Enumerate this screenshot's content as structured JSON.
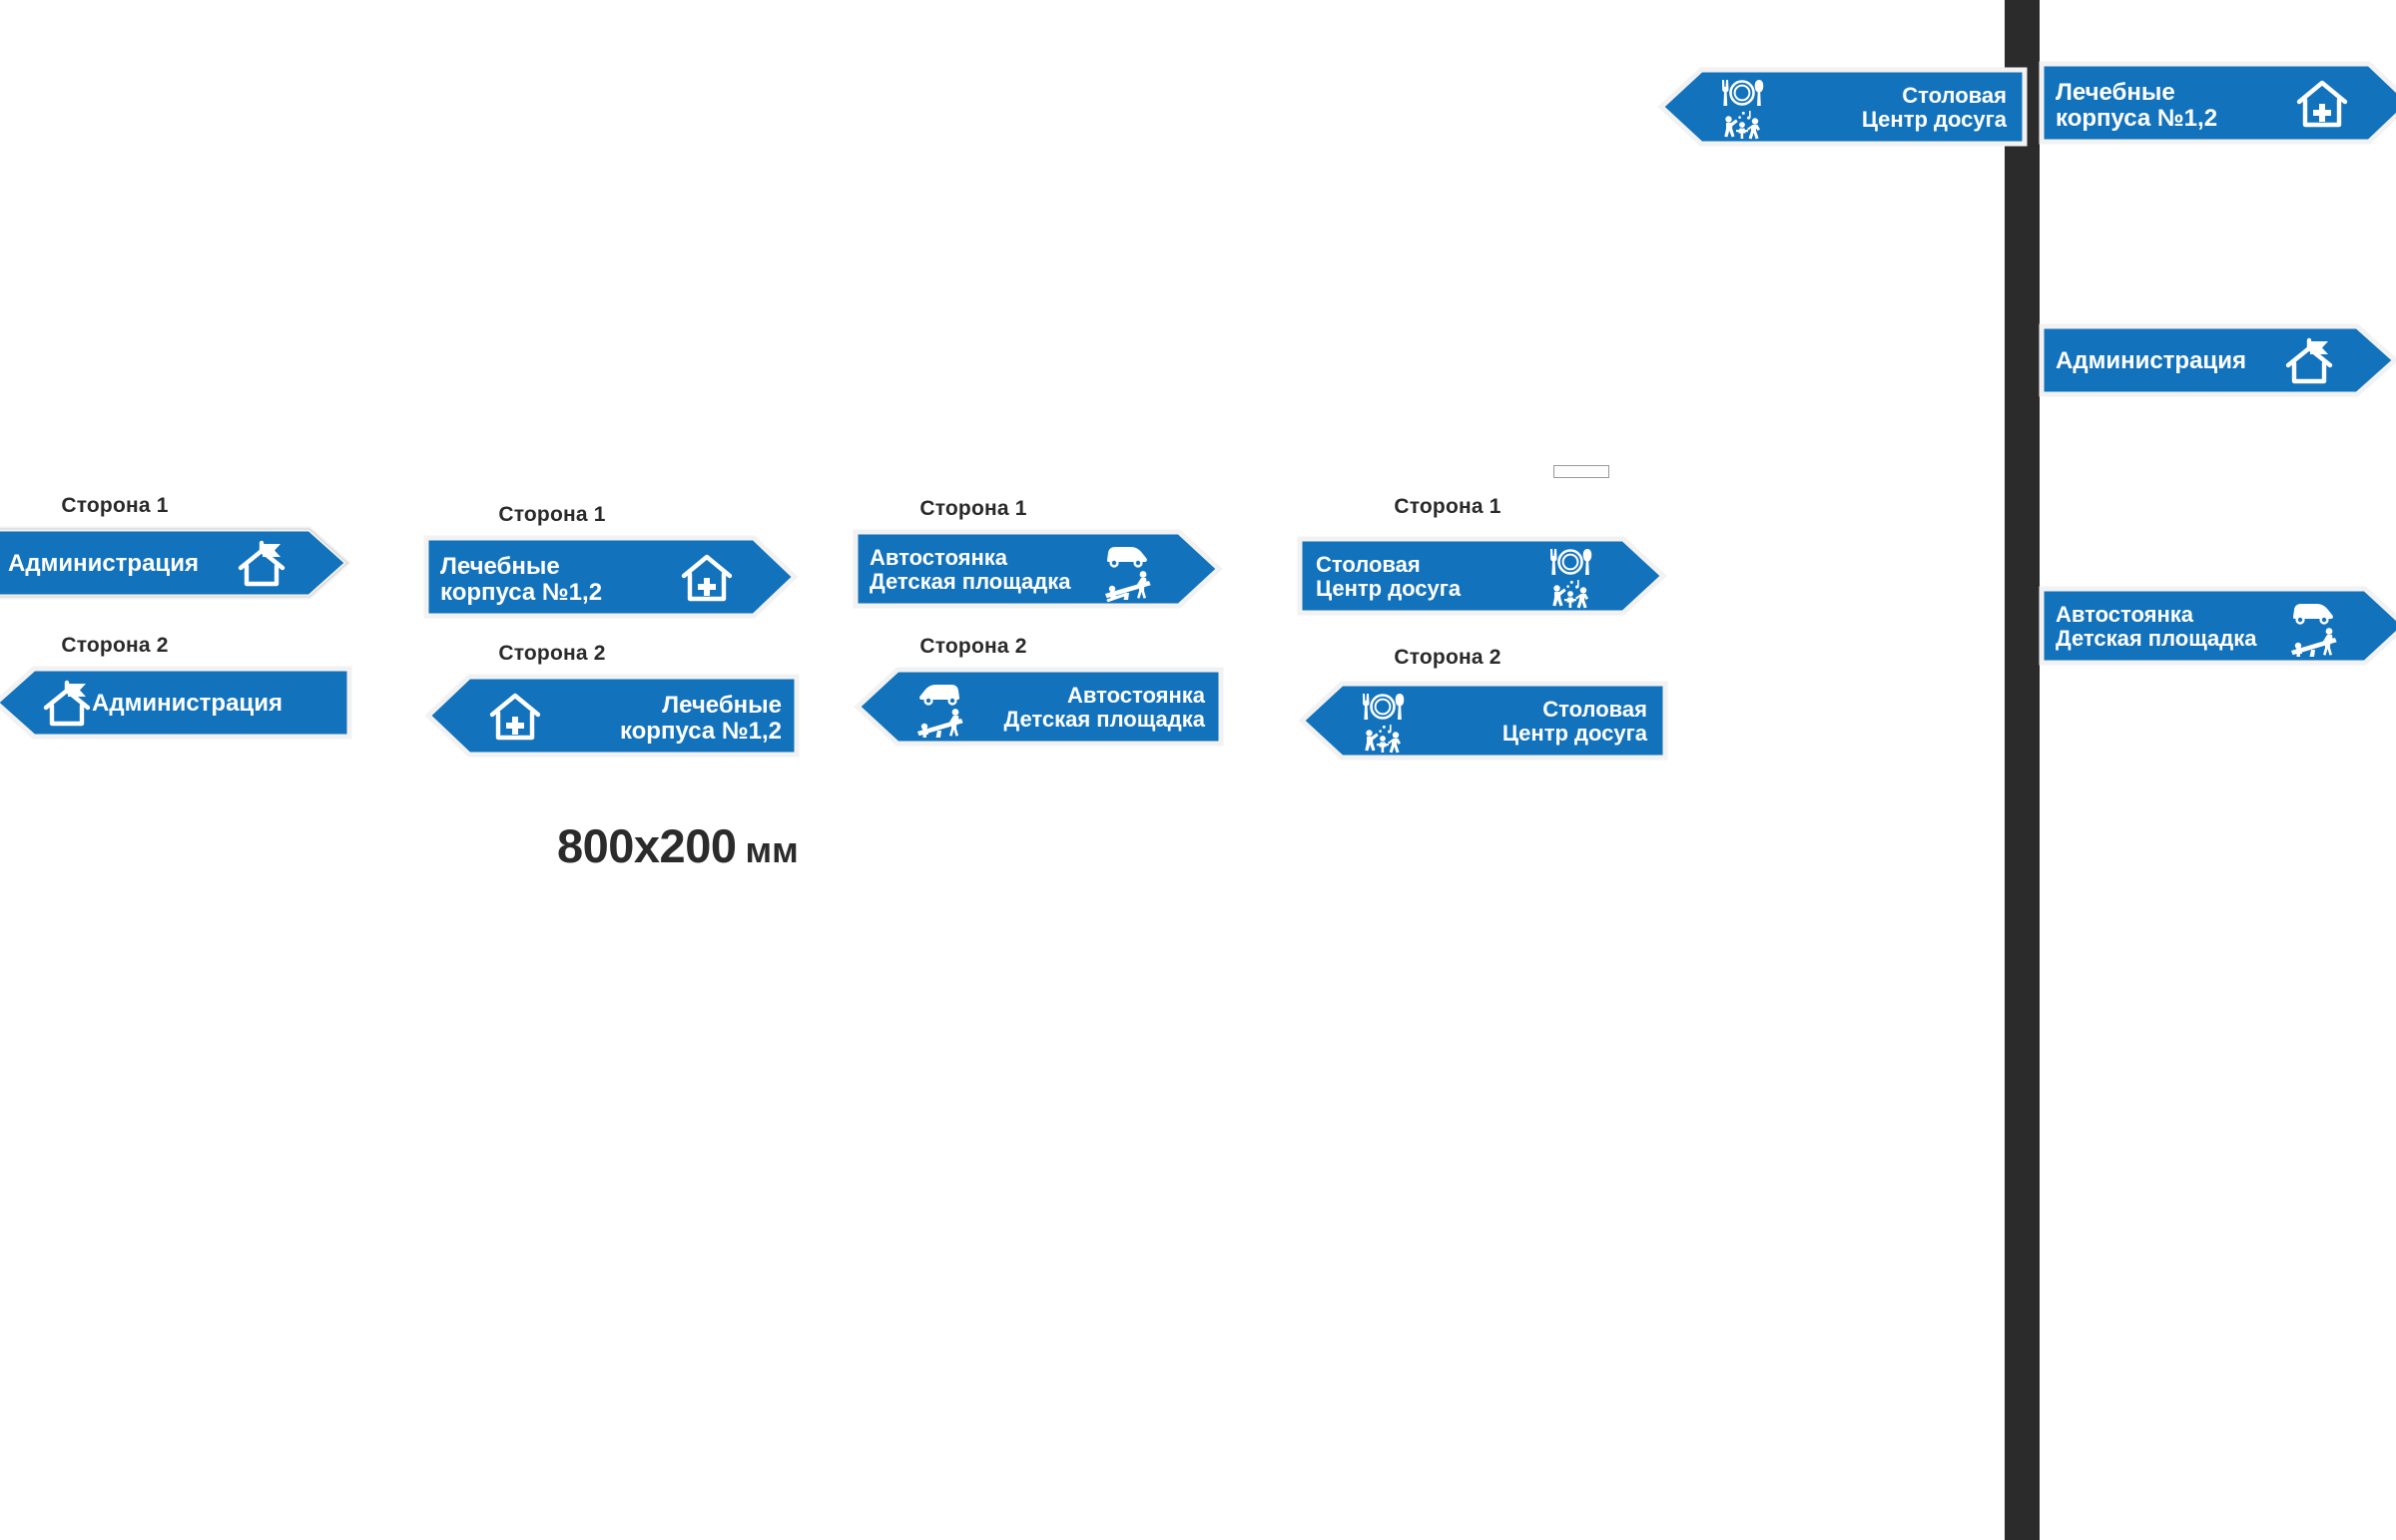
{
  "page": {
    "background": "#ffffff",
    "sign_blue": "#1272bc",
    "sign_text_color": "#ffffff",
    "label_color": "#2a2a2a",
    "pole_color": "#2b2b2b"
  },
  "dimension_caption": {
    "number": "800x200",
    "unit": "мм"
  },
  "side_labels": {
    "side1": "Сторона 1",
    "side2": "Сторона 2"
  },
  "groups": [
    {
      "id": "administration",
      "side1_label": "Сторона 1",
      "side2_label": "Сторона 2",
      "lines": [
        "Администрация"
      ],
      "icons": [
        "house-flag-icon"
      ]
    },
    {
      "id": "medical-buildings",
      "side1_label": "Сторона 1",
      "side2_label": "Сторона 2",
      "lines": [
        "Лечебные",
        "корпуса №1,2"
      ],
      "icons": [
        "house-cross-icon"
      ]
    },
    {
      "id": "parking-playground",
      "side1_label": "Сторона 1",
      "side2_label": "Сторона 2",
      "lines": [
        "Автостоянка",
        "Детская площадка"
      ],
      "icons": [
        "car-icon",
        "playground-seesaw-icon"
      ]
    },
    {
      "id": "canteen-leisure",
      "side1_label": "Сторона 1",
      "side2_label": "Сторона 2",
      "lines": [
        "Столовая",
        "Центр досуга"
      ],
      "icons": [
        "cutlery-plate-icon",
        "dancing-people-icon"
      ]
    }
  ],
  "pole_signs": [
    {
      "id": "pole-canteen-left",
      "direction": "left",
      "lines": [
        "Столовая",
        "Центр досуга"
      ],
      "icons": [
        "cutlery-plate-icon",
        "dancing-people-icon"
      ]
    },
    {
      "id": "pole-medical-right",
      "direction": "right",
      "lines": [
        "Лечебные",
        "корпуса №1,2"
      ],
      "icons": [
        "house-cross-icon"
      ]
    },
    {
      "id": "pole-administration-right",
      "direction": "right",
      "lines": [
        "Администрация"
      ],
      "icons": [
        "house-flag-icon"
      ]
    },
    {
      "id": "pole-parking-right",
      "direction": "right",
      "lines": [
        "Автостоянка",
        "Детская площадка"
      ],
      "icons": [
        "car-icon",
        "playground-seesaw-icon"
      ]
    }
  ]
}
